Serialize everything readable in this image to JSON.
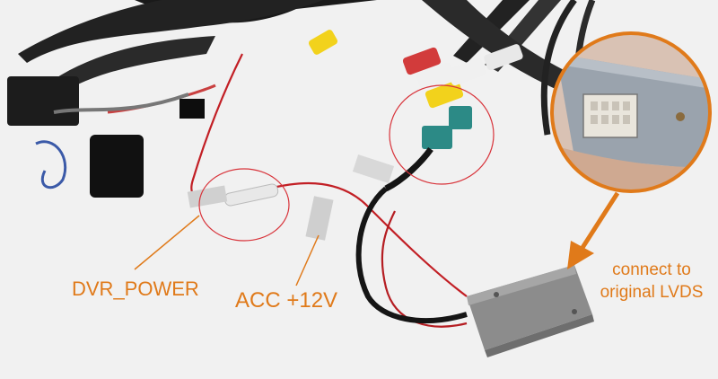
{
  "annotations": {
    "dvr_power": "DVR_POWER",
    "acc": "ACC +12V",
    "lvds_line1": "connect to",
    "lvds_line2": "original LVDS"
  },
  "colors": {
    "accent_orange": "#e07a1a",
    "highlight_circle": "#d8333a",
    "background": "#f1f1f1"
  }
}
